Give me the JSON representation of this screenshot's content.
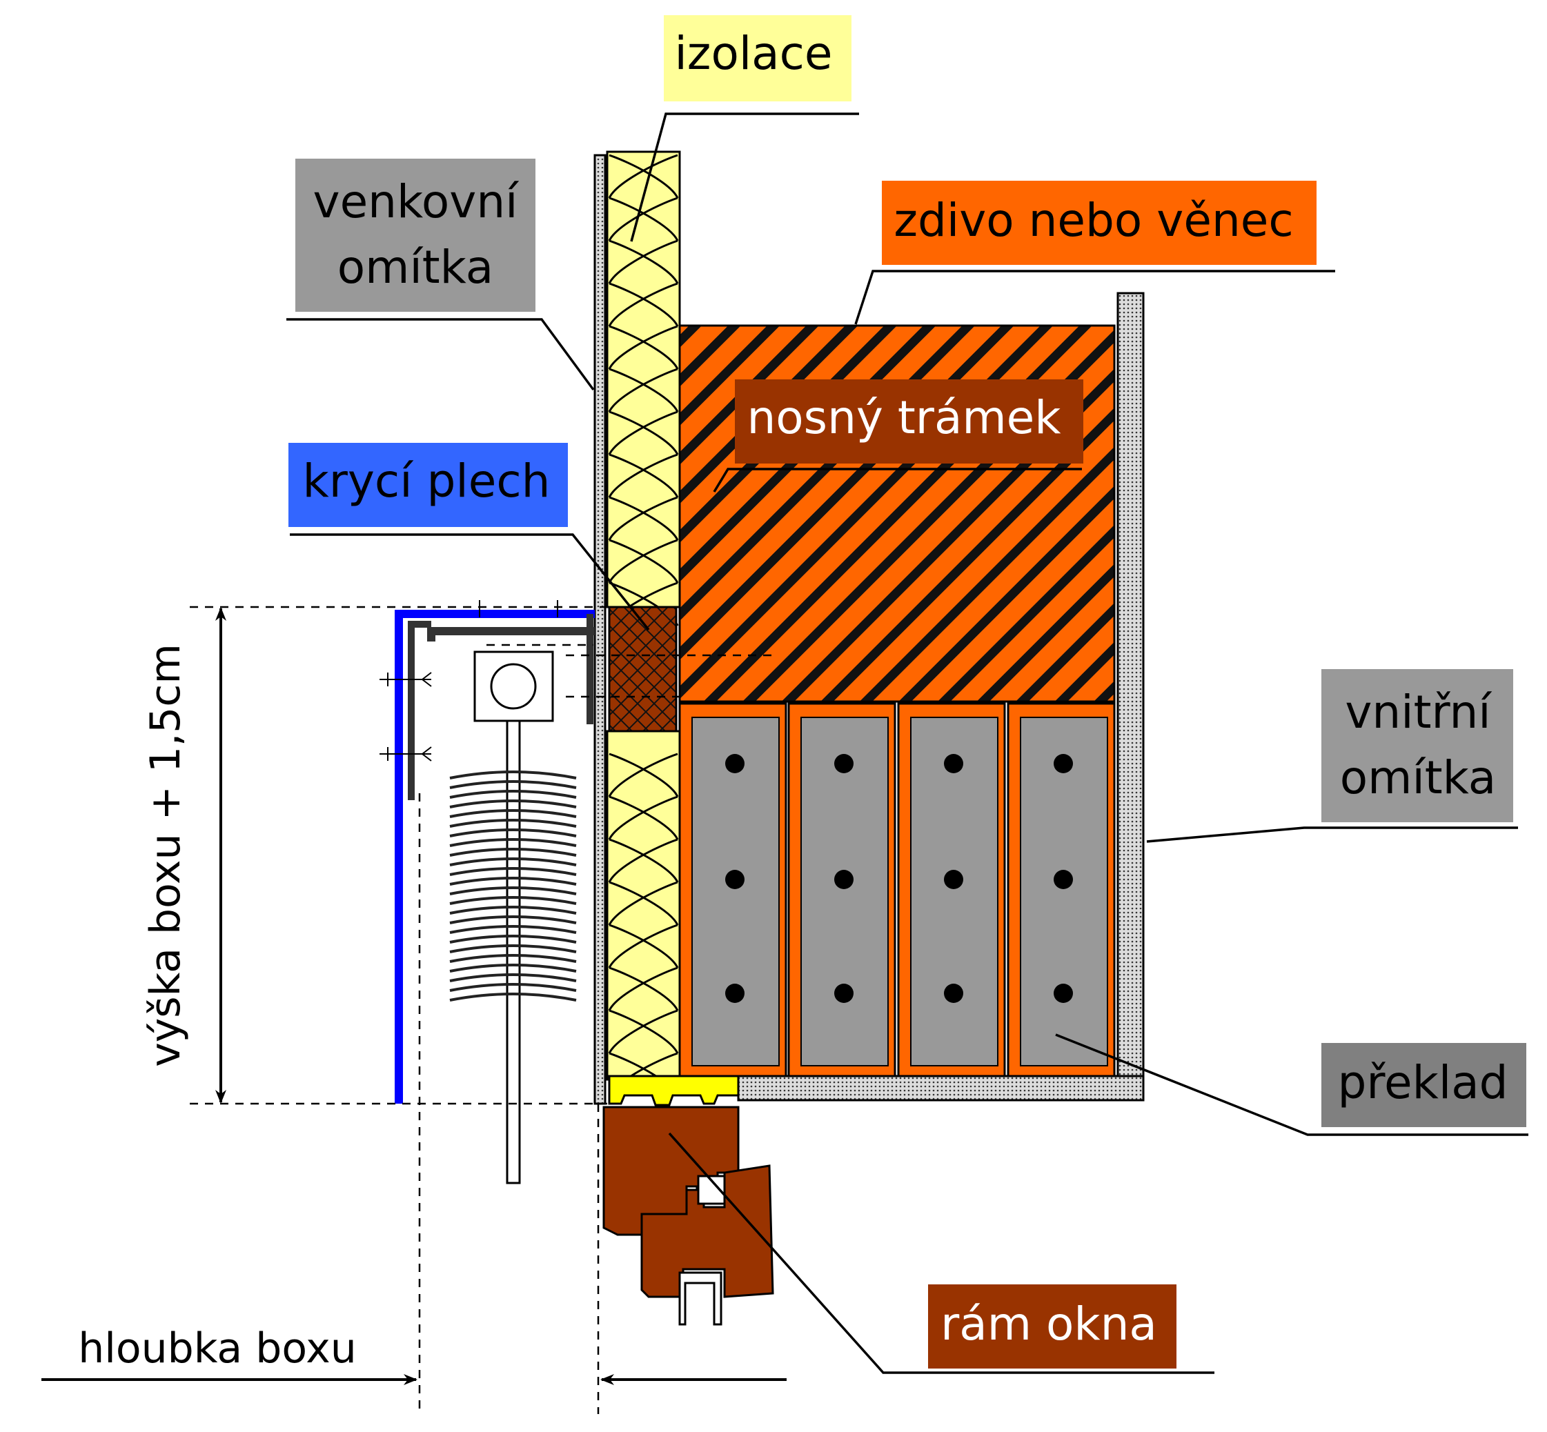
{
  "labels": {
    "izolace": "izolace",
    "venkovni_1": "venkovní",
    "venkovni_2": "omítka",
    "zdivo": "zdivo nebo věnec",
    "tramek": "nosný trámek",
    "plech": "krycí plech",
    "vnitrni_1": "vnitřní",
    "vnitrni_2": "omítka",
    "preklad": "překlad",
    "ram": "rám okna",
    "vyska": "výška boxu + 1,5cm",
    "hloubka": "hloubka boxu"
  },
  "colors": {
    "izolace": "#ffff99",
    "venkovni": "#999999",
    "zdivo": "#ff6600",
    "tramek": "#993300",
    "plech": "#3366ff",
    "vnitrni": "#999999",
    "preklad": "#808080",
    "ram": "#993300",
    "blue_sheet": "#0000ff",
    "insulation_fill": "#ffff99",
    "block_fill": "#999999",
    "foam": "#ffff00"
  }
}
